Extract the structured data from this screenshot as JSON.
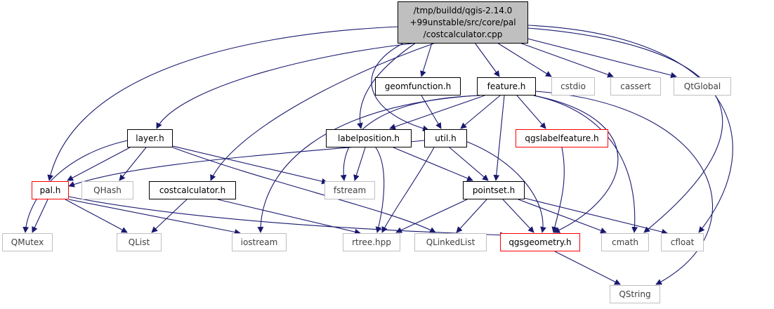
{
  "root": {
    "lines": [
      "/tmp/buildd/qgis-2.14.0",
      "+99unstable/src/core/pal",
      "/costcalculator.cpp"
    ]
  },
  "nodes": {
    "geomfunction": "geomfunction.h",
    "feature": "feature.h",
    "cstdio": "cstdio",
    "cassert": "cassert",
    "qtglobal": "QtGlobal",
    "layer": "layer.h",
    "labelposition": "labelposition.h",
    "util": "util.h",
    "qgslabelfeature": "qgslabelfeature.h",
    "pal": "pal.h",
    "qhash": "QHash",
    "costcalculator": "costcalculator.h",
    "fstream": "fstream",
    "pointset": "pointset.h",
    "qmutex": "QMutex",
    "qlist": "QList",
    "iostream": "iostream",
    "rtree": "rtree.hpp",
    "qlinkedlist": "QLinkedList",
    "qgsgeometry": "qgsgeometry.h",
    "cmath": "cmath",
    "cfloat": "cfloat",
    "qstring": "QString"
  },
  "colors": {
    "edge": "#191970",
    "local_border": "#000000",
    "incomplete_border": "#ff0000",
    "system_border": "#bfbfbf",
    "root_fill": "#bfbfbf"
  }
}
